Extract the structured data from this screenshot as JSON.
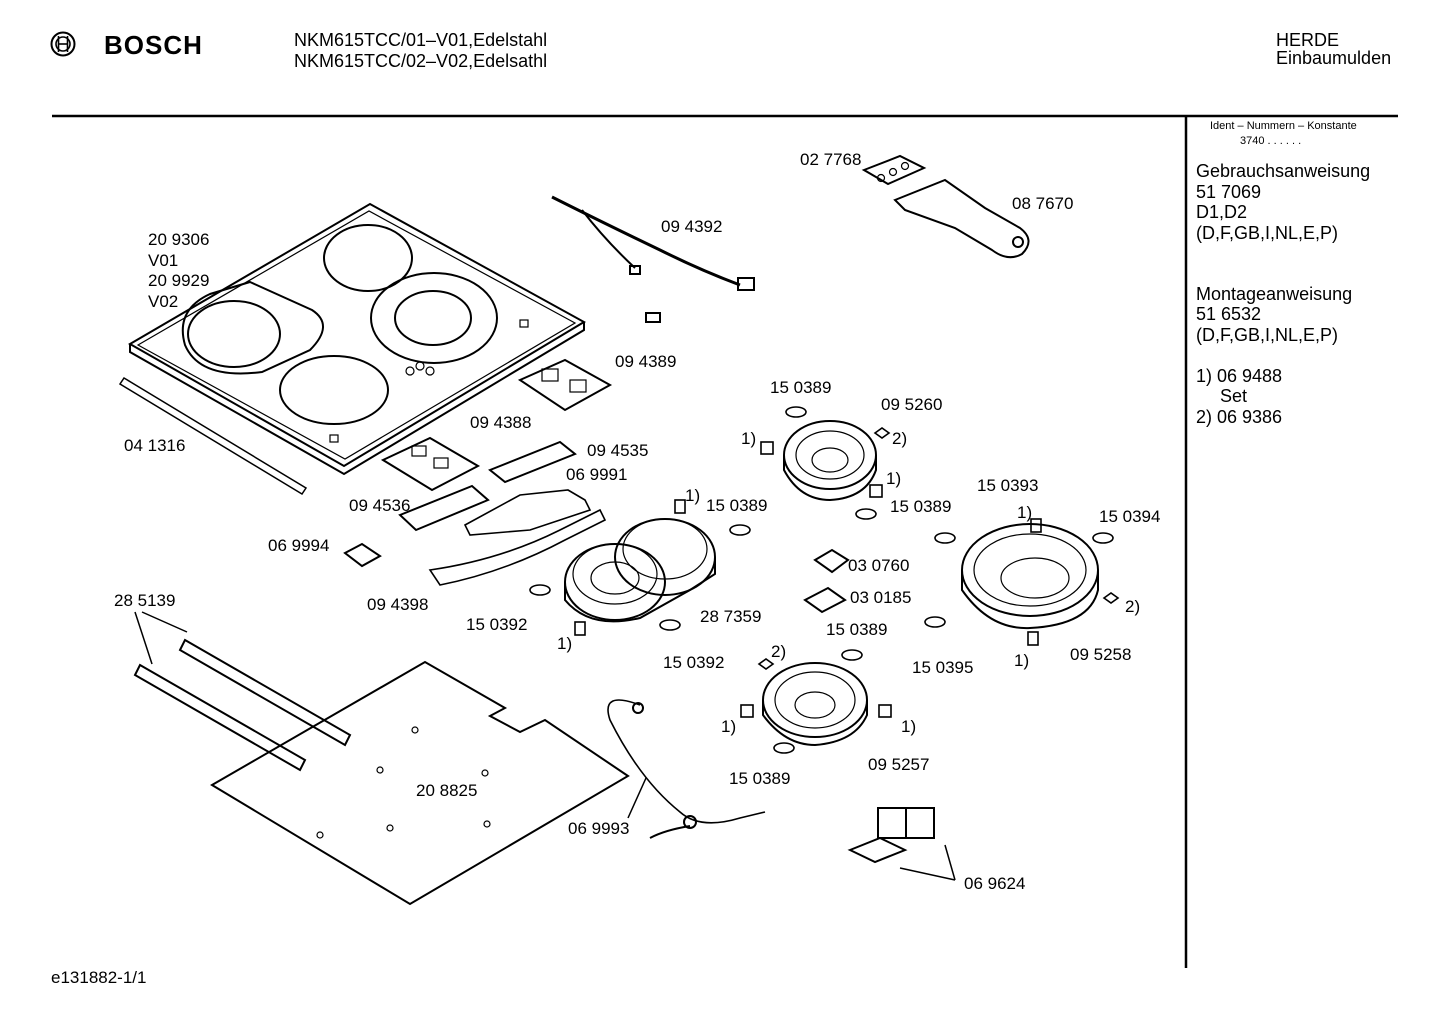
{
  "header": {
    "brand": "BOSCH",
    "models": [
      "NKM615TCC/01–V01,Edelstahl",
      "NKM615TCC/02–V02,Edelsathl"
    ],
    "category": [
      "HERDE",
      "Einbaumulden"
    ]
  },
  "sidebar": {
    "ident_title": "Ident – Nummern – Konstante",
    "ident_value": "3740 .  .  .  .  .  .",
    "manual_title": "Gebrauchsanweisung",
    "manual_number": "51 7069",
    "manual_codes": "D1,D2",
    "manual_langs": "(D,F,GB,I,NL,E,P)",
    "mount_title": "Montageanweisung",
    "mount_number": "51 6532",
    "mount_langs": "(D,F,GB,I,NL,E,P)",
    "note1": "1) 06 9488",
    "note1_sub": "Set",
    "note2": "2) 06 9386"
  },
  "footer": {
    "drawing_id": "e131882-1/1"
  },
  "parts": [
    {
      "id": "p-027768",
      "text": "02 7768"
    },
    {
      "id": "p-087670",
      "text": "08 7670"
    },
    {
      "id": "p-094392",
      "text": "09 4392"
    },
    {
      "id": "p-209306",
      "text": "20 9306"
    },
    {
      "id": "p-v01",
      "text": "V01"
    },
    {
      "id": "p-209929",
      "text": "20 9929"
    },
    {
      "id": "p-v02",
      "text": "V02"
    },
    {
      "id": "p-094389",
      "text": "09 4389"
    },
    {
      "id": "p-041316",
      "text": "04 1316"
    },
    {
      "id": "p-094388",
      "text": "09 4388"
    },
    {
      "id": "p-094535",
      "text": "09 4535"
    },
    {
      "id": "p-069991",
      "text": "06 9991"
    },
    {
      "id": "p-094536",
      "text": "09 4536"
    },
    {
      "id": "p-069994",
      "text": "06 9994"
    },
    {
      "id": "p-094398",
      "text": "09 4398"
    },
    {
      "id": "p-285139",
      "text": "28 5139"
    },
    {
      "id": "p-150389-a",
      "text": "15 0389"
    },
    {
      "id": "p-095260",
      "text": "09 5260"
    },
    {
      "id": "p-note1-a",
      "text": "1)"
    },
    {
      "id": "p-note2-a",
      "text": "2)"
    },
    {
      "id": "p-note1-b",
      "text": "1)"
    },
    {
      "id": "p-150389-b",
      "text": "15 0389"
    },
    {
      "id": "p-150393",
      "text": "15 0393"
    },
    {
      "id": "p-note1-c",
      "text": "1)"
    },
    {
      "id": "p-150389-c",
      "text": "15 0389"
    },
    {
      "id": "p-150394",
      "text": "15 0394"
    },
    {
      "id": "p-note1-d",
      "text": "1)"
    },
    {
      "id": "p-030760",
      "text": "03 0760"
    },
    {
      "id": "p-030185",
      "text": "03 0185"
    },
    {
      "id": "p-287359",
      "text": "28 7359"
    },
    {
      "id": "p-150392-a",
      "text": "15 0392"
    },
    {
      "id": "p-note1-e",
      "text": "1)"
    },
    {
      "id": "p-150392-b",
      "text": "15 0392"
    },
    {
      "id": "p-note2-b",
      "text": "2)"
    },
    {
      "id": "p-150389-d",
      "text": "15 0389"
    },
    {
      "id": "p-150395",
      "text": "15 0395"
    },
    {
      "id": "p-note1-f",
      "text": "1)"
    },
    {
      "id": "p-095258",
      "text": "09 5258"
    },
    {
      "id": "p-note2-c",
      "text": "2)"
    },
    {
      "id": "p-note1-g",
      "text": "1)"
    },
    {
      "id": "p-note1-h",
      "text": "1)"
    },
    {
      "id": "p-095257",
      "text": "09 5257"
    },
    {
      "id": "p-150389-e",
      "text": "15 0389"
    },
    {
      "id": "p-208825",
      "text": "20 8825"
    },
    {
      "id": "p-069993",
      "text": "06 9993"
    },
    {
      "id": "p-069624",
      "text": "06 9624"
    }
  ]
}
